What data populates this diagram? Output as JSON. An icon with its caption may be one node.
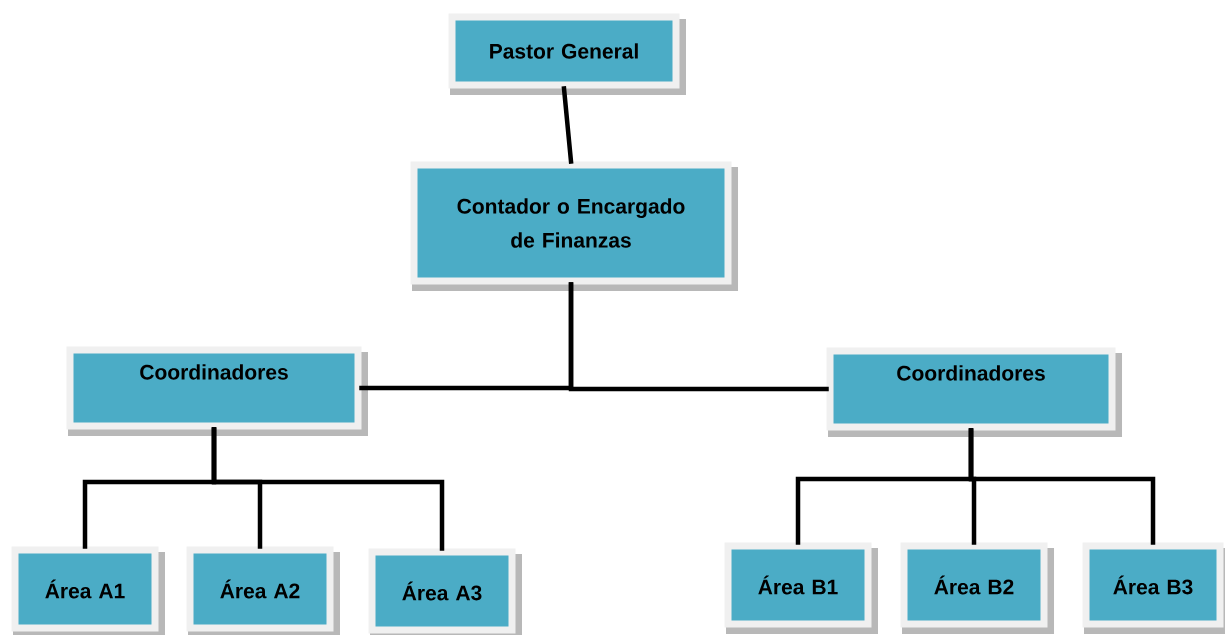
{
  "diagram": {
    "nodes": [
      {
        "text": [
          "Pastor General"
        ]
      },
      {
        "text": [
          "Contador o Encargado de Finanzas"
        ]
      },
      {
        "text": [
          "Coordinadores"
        ]
      },
      {
        "text": [
          "Coordinadores"
        ]
      },
      {
        "text": [
          "Área A1"
        ]
      },
      {
        "text": [
          "Área A2"
        ]
      },
      {
        "text": [
          "Área A3"
        ]
      },
      {
        "text": [
          "Área B1"
        ]
      },
      {
        "text": [
          "Área B2"
        ]
      },
      {
        "text": [
          "Área B3"
        ]
      }
    ],
    "edges": [
      {
        "from": 0,
        "to": 1,
        "arrow": "none"
      },
      {
        "from": 1,
        "to": 2,
        "arrow": "none"
      },
      {
        "from": 1,
        "to": 3,
        "arrow": "none"
      },
      {
        "from": 2,
        "to": 4,
        "arrow": "none"
      },
      {
        "from": 2,
        "to": 5,
        "arrow": "none"
      },
      {
        "from": 2,
        "to": 6,
        "arrow": "none"
      },
      {
        "from": 3,
        "to": 7,
        "arrow": "none"
      },
      {
        "from": 3,
        "to": 8,
        "arrow": "none"
      },
      {
        "from": 3,
        "to": 9,
        "arrow": "none"
      }
    ]
  }
}
